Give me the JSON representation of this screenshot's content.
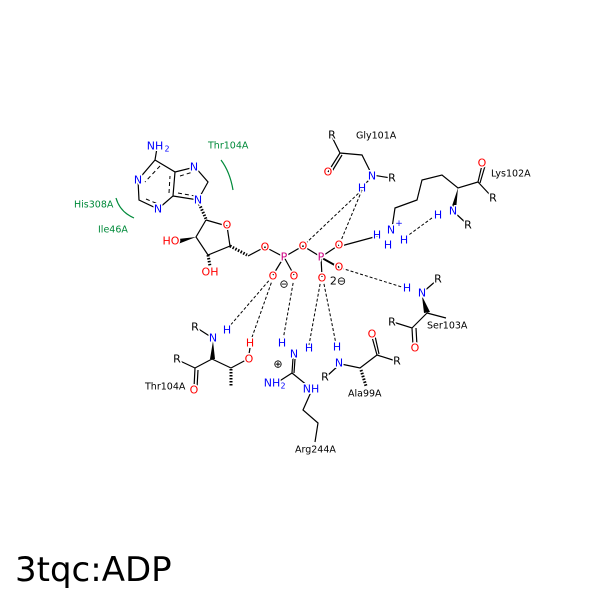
{
  "title": "3tqc:ADP",
  "atoms": {
    "N": "N",
    "O": "O",
    "H": "H",
    "R": "R",
    "P": "P",
    "HO": "HO",
    "OH": "OH",
    "NH": "NH",
    "NH2": "NH",
    "sub2": "2",
    "Nplus": "N",
    "plus": "+",
    "minus": "⊖",
    "minus2": "2⊖",
    "cation": "⊕"
  },
  "residues": {
    "gly101": "Gly101A",
    "lys102": "Lys102A",
    "ser103": "Ser103A",
    "ala99": "Ala99A",
    "arg244": "Arg244A",
    "thr104": "Thr104A"
  },
  "hydrophobic": {
    "thr104": "Thr104A",
    "his308": "His308A",
    "ile46": "Ile46A"
  },
  "colors": {
    "nitrogen": "#0000ff",
    "oxygen": "#ff0000",
    "phosphorus": "#cc0080",
    "hydrophobic": "#008a3a"
  }
}
